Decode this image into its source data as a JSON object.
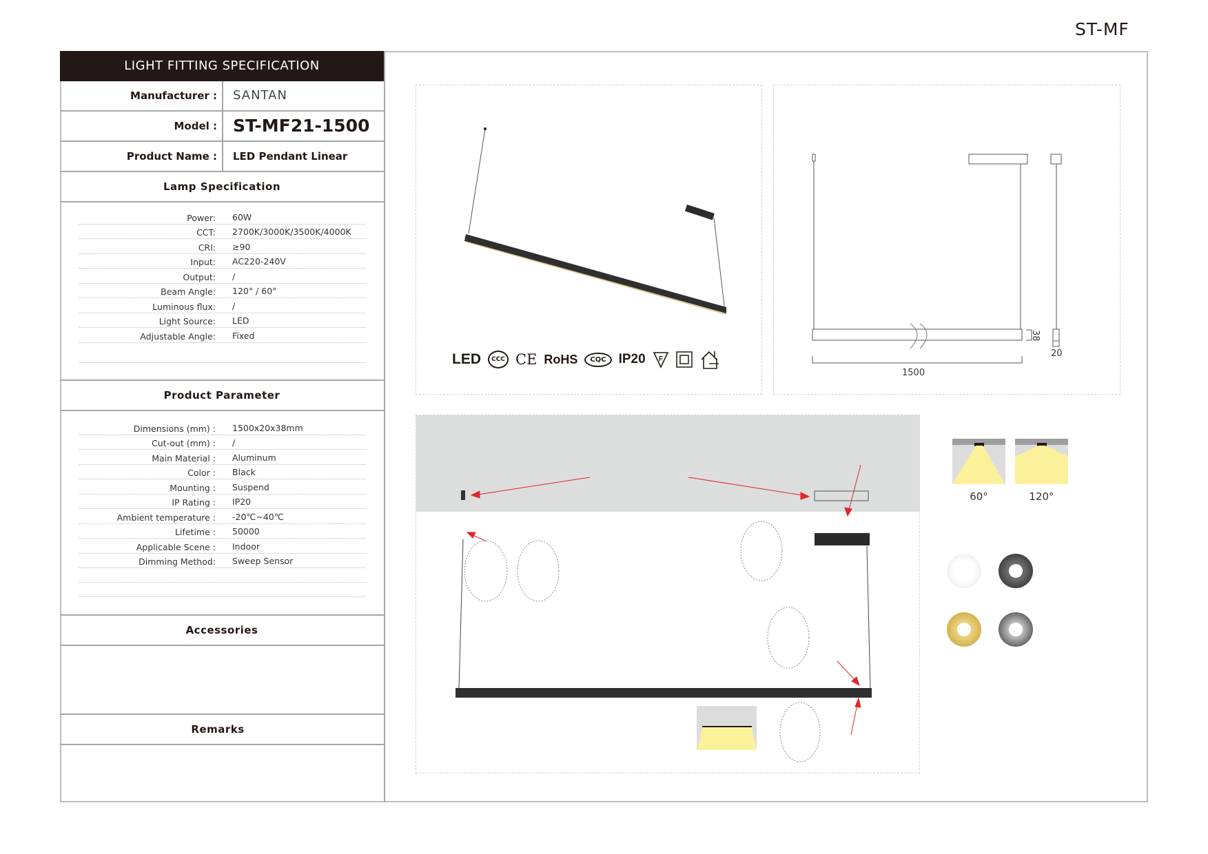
{
  "series_code": "ST-MF",
  "spec_sheet": {
    "title": "LIGHT FITTING SPECIFICATION",
    "manufacturer": {
      "label": "Manufacturer :",
      "value": "SANTAN"
    },
    "model": {
      "label": "Model :",
      "value": "ST-MF21-1500"
    },
    "product_name": {
      "label": "Product Name :",
      "value": "LED Pendant Linear"
    },
    "lamp_specification": {
      "heading": "Lamp Specification",
      "items": [
        {
          "label": "Power:",
          "value": "60W"
        },
        {
          "label": "CCT:",
          "value": "2700K/3000K/3500K/4000K"
        },
        {
          "label": "CRI:",
          "value": "≥90"
        },
        {
          "label": "Input:",
          "value": "AC220-240V"
        },
        {
          "label": "Output:",
          "value": "/"
        },
        {
          "label": "Beam Angle:",
          "value": "120° / 60°"
        },
        {
          "label": "Luminous flux:",
          "value": "/"
        },
        {
          "label": "Light Source:",
          "value": "LED"
        },
        {
          "label": "Adjustable Angle:",
          "value": "Fixed"
        }
      ]
    },
    "product_parameter": {
      "heading": "Product Parameter",
      "items": [
        {
          "label": "Dimensions  (mm) :",
          "value": "1500x20x38mm"
        },
        {
          "label": "Cut-out  (mm) :",
          "value": "/"
        },
        {
          "label": "Main Material :",
          "value": "Aluminum"
        },
        {
          "label": "Color :",
          "value": "Black"
        },
        {
          "label": "Mounting :",
          "value": "Suspend"
        },
        {
          "label": "IP Rating :",
          "value": "IP20"
        },
        {
          "label": "Ambient temperature :",
          "value": "-20℃~40℃"
        },
        {
          "label": "Lifetime :",
          "value": "50000"
        },
        {
          "label": "Applicable Scene :",
          "value": "Indoor"
        },
        {
          "label": "Dimming Method:",
          "value": "Sweep Sensor"
        }
      ]
    },
    "accessories": {
      "heading": "Accessories"
    },
    "remarks": {
      "heading": "Remarks"
    }
  },
  "certifications": [
    "LED",
    "CCC",
    "CE",
    "RoHS",
    "CQC",
    "IP20",
    "F-mark",
    "class-II",
    "indoor-use"
  ],
  "certification_labels": {
    "led": "LED",
    "ccc": "CCC",
    "ce": "CE",
    "rohs": "RoHS",
    "cqc": "CQC",
    "ip": "IP20",
    "f": "F"
  },
  "dimensions": {
    "length": "1500",
    "height": "38",
    "width": "20"
  },
  "beam_angles": [
    {
      "label": "60°",
      "color": "#fbf19b"
    },
    {
      "label": "120°",
      "color": "#fbf19b"
    }
  ],
  "finish_options": [
    {
      "name": "white",
      "color": "#f2f2f2"
    },
    {
      "name": "black",
      "color": "#2a2a2a"
    },
    {
      "name": "gold",
      "color": "#c9a33a"
    },
    {
      "name": "black-chrome",
      "color": "#3a3a3a"
    }
  ],
  "colors": {
    "header_bg": "#231815",
    "border": "#a6a6a6",
    "arrow": "#e0262a",
    "ceiling": "#dcdddd"
  }
}
